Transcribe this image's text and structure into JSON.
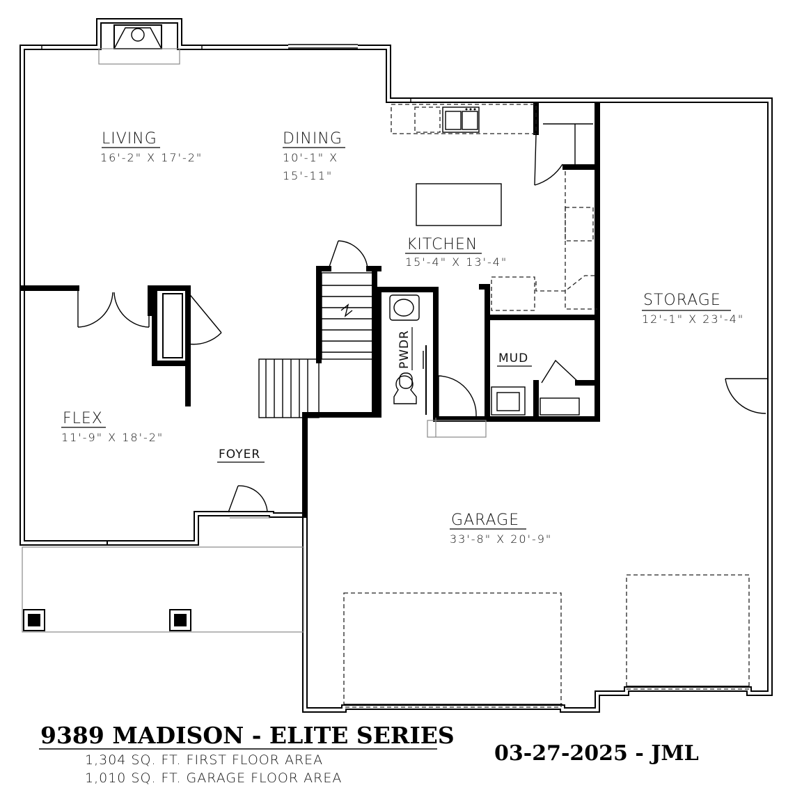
{
  "rooms": {
    "living": {
      "name": "LIVING",
      "dims": "16'-2\" X 17'-2\""
    },
    "dining": {
      "name": "DINING",
      "dims_line1": "10'-1\" X",
      "dims_line2": "15'-11\""
    },
    "kitchen": {
      "name": "KITCHEN",
      "dims": "15'-4\" X 13'-4\""
    },
    "storage": {
      "name": "STORAGE",
      "dims": "12'-1\" X 23'-4\""
    },
    "flex": {
      "name": "FLEX",
      "dims": "11'-9\" X 18'-2\""
    },
    "foyer": {
      "name": "FOYER"
    },
    "mud": {
      "name": "MUD"
    },
    "powder": {
      "name": "PWDR"
    },
    "garage": {
      "name": "GARAGE",
      "dims": "33'-8\" X 20'-9\""
    }
  },
  "title_block": {
    "title": "9389 MADISON - ELITE SERIES",
    "first_floor_area": "1,304 SQ. FT. FIRST FLOOR AREA",
    "garage_floor_area": "1,010 SQ. FT. GARAGE FLOOR AREA",
    "date_initials": "03-27-2025 - JML"
  }
}
